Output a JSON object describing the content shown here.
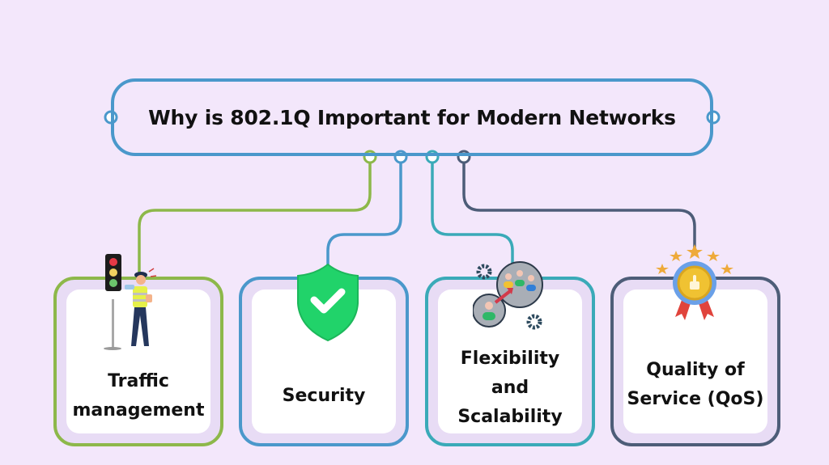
{
  "title": "Why is 802.1Q Important for Modern Networks",
  "colors": {
    "background": "#f3e7fb",
    "title_border": "#4a98cb",
    "traffic": "#8db84a",
    "security": "#4a98cb",
    "flexibility": "#3aaab8",
    "qos": "#4d5d78"
  },
  "cards": [
    {
      "id": "traffic",
      "label_lines": [
        "Traffic",
        "management"
      ],
      "icon": "traffic-officer-icon"
    },
    {
      "id": "security",
      "label_lines": [
        "Security"
      ],
      "icon": "shield-check-icon"
    },
    {
      "id": "flexibility",
      "label_lines": [
        "Flexibility",
        "and",
        "Scalability"
      ],
      "icon": "team-scaling-icon"
    },
    {
      "id": "qos",
      "label_lines": [
        "Quality of",
        "Service (QoS)"
      ],
      "icon": "quality-medal-icon"
    }
  ]
}
